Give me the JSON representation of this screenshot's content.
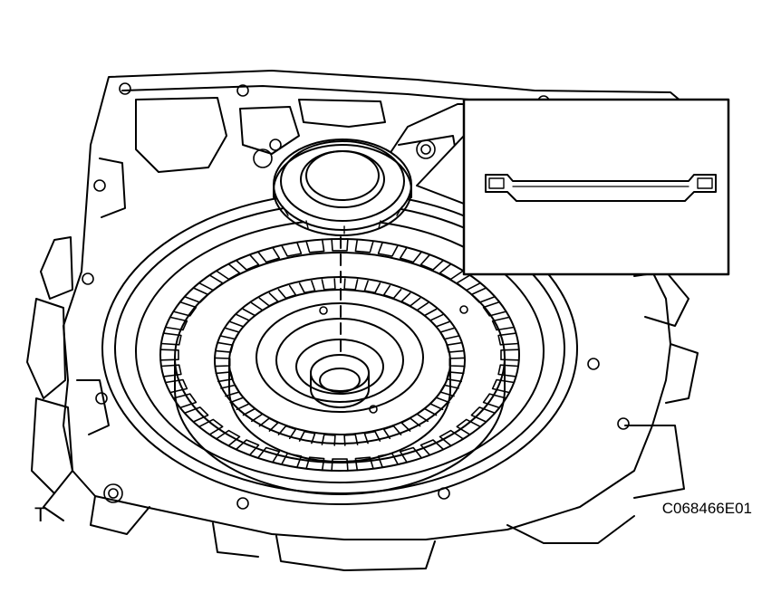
{
  "figure": {
    "illustration_code": "C068466E01",
    "corner_mark": "T",
    "ink_color": "#000000",
    "paper_color": "#ffffff"
  },
  "parts": {
    "housing": "transmission-case-housing",
    "clutch_drum": "clutch-drum-with-splines",
    "bearing_race": "thrust-bearing-race",
    "inset": "race-cross-section-detail"
  }
}
